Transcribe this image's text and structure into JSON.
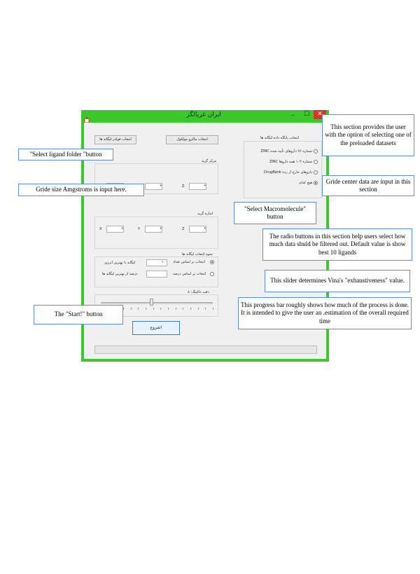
{
  "window": {
    "title": "ایران غربالگر",
    "min_glyph": "–",
    "max_glyph": "☐",
    "close_glyph": "✕"
  },
  "app": {
    "select_ligand_folder_button": "انتخاب فولدر لیگاند ها",
    "select_macromolecule_button": "انتخاب ماکرو مولکول",
    "dataset_group_title": "انتخاب پایگاه داده لیگاند ها",
    "datasets": [
      {
        "label": "ZINC شماره ۹۶ داروهای تأیید شده",
        "selected": false
      },
      {
        "label": "ZINC شماره ۱۰۴ همه داروها",
        "selected": false
      },
      {
        "label": "DrugBank داروهای خارج از رده",
        "selected": false
      },
      {
        "label": "هیچ کدام",
        "selected": true
      }
    ],
    "grid_center_label": "مرکز گرید",
    "grid_size_label": "اندازه گرید",
    "axis_x": "X",
    "axis_y": "Y",
    "axis_z": "Z",
    "filter_group_title": "نحوه انتخاب لیگاند ها",
    "filter_by_count_label": "انتخاب بر اساس تعداد",
    "filter_by_percent_label": "انتخاب بر اساس درصد",
    "count_value": "۱۰",
    "count_suffix": "لیگاند با بهترین انرژی",
    "percent_suffix": "درصد از بهترین لیگاند ها",
    "filter_by_count_selected": true,
    "exhaustiveness_label": "دقت داکینگ: ۸",
    "exhaustiveness_value": 8,
    "exhaustiveness_fraction": 0.45,
    "start_button": "شروع!",
    "progress_fraction": 0
  },
  "callouts": {
    "dataset_section": "This section provides the user with the option of selecting one of the preloaded datasets",
    "ligand_folder": "\"Select ligand folder \"button",
    "grid_center": "Gride center data are input in this section",
    "grid_size": "Gride size Amgstroms is input here.",
    "macromolecule": "\"Select Macromolecule\" button",
    "radio_filter": "The radio buttons in this section help users select how much data shuld be filtered out. Default value is show best 10 ligands",
    "exhaustiveness": "This slider determines Vina's \"exhaustiveness\" value.",
    "start": "The \"Start!\" button",
    "progress": "This progress bar roughly shows how much of the process is done. It is intended to give the user an .estimation of the overall required time"
  },
  "colors": {
    "window_frame": "#3cc82d",
    "close_button": "#d9342b",
    "callout_border": "#5b8fd9"
  }
}
